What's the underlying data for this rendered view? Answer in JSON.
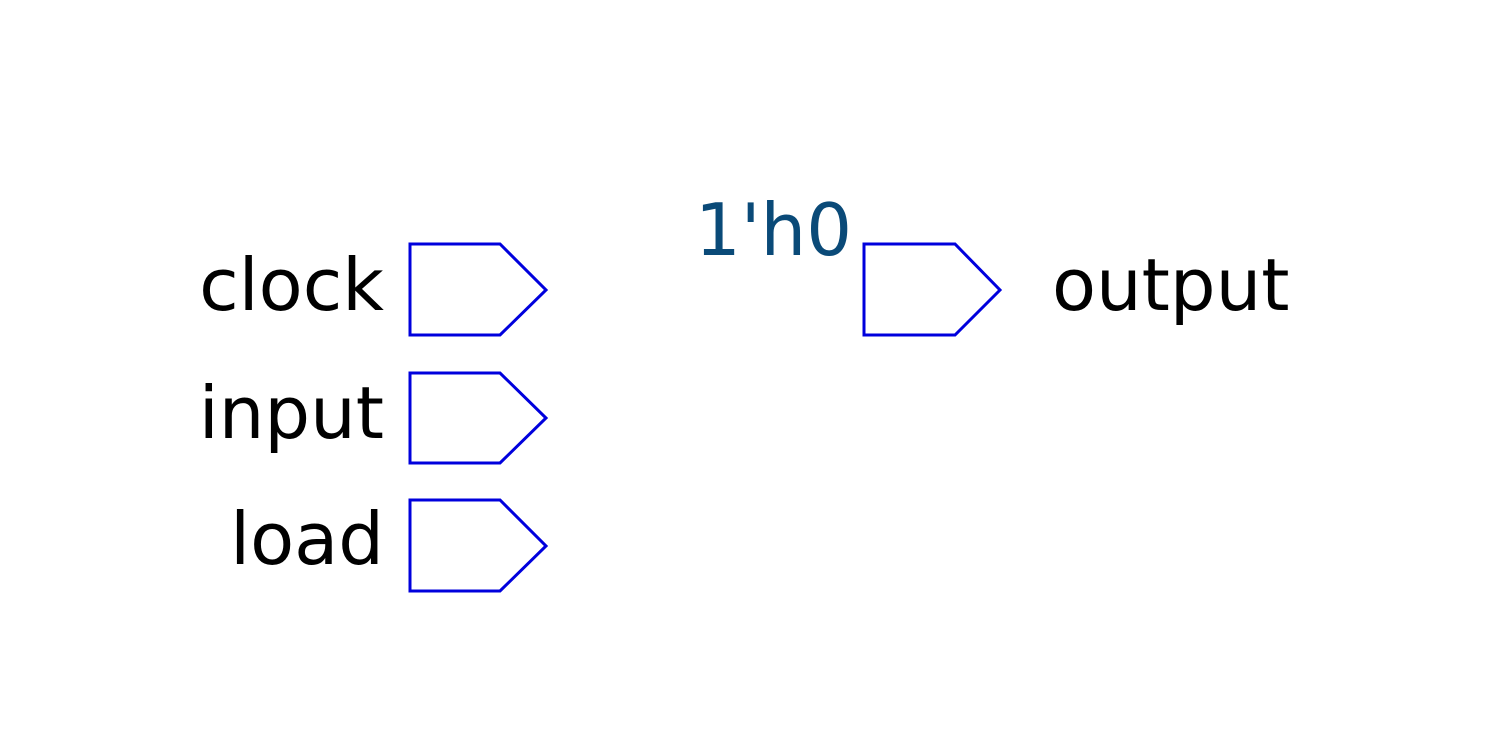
{
  "diagram": {
    "inputs": [
      {
        "label": "clock"
      },
      {
        "label": "input"
      },
      {
        "label": "load"
      }
    ],
    "constant": {
      "label": "1'h0"
    },
    "outputs": [
      {
        "label": "output"
      }
    ],
    "colors": {
      "port_stroke": "#0000dd",
      "constant_text": "#0a4a78",
      "label_text": "#000000"
    }
  }
}
